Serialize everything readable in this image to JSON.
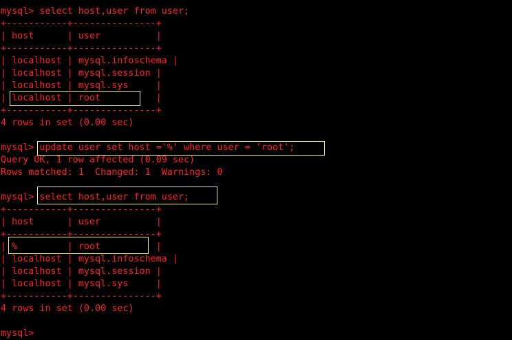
{
  "terminal": {
    "text_color": "#ff2020",
    "highlight_color": "#f0f070",
    "background": "#000000",
    "lines": [
      "mysql> select host,user from user;",
      "+-----------+---------------+",
      "| host      | user          |",
      "+-----------+---------------+",
      "| localhost | mysql.infoschema |",
      "| localhost | mysql.session |",
      "| localhost | mysql.sys     |",
      "| localhost | root          |",
      "+-----------+---------------+",
      "4 rows in set (0.00 sec)",
      "",
      "mysql> update user set host ='%' where user = 'root';",
      "Query OK, 1 row affected (0.09 sec)",
      "Rows matched: 1  Changed: 1  Warnings: 0",
      "",
      "mysql> select host,user from user;",
      "+-----------+---------------+",
      "| host      | user          |",
      "+-----------+---------------+",
      "| %         | root          |",
      "| localhost | mysql.infoschema |",
      "| localhost | mysql.session |",
      "| localhost | mysql.sys     |",
      "+-----------+---------------+",
      "4 rows in set (0.00 sec)",
      "",
      "mysql>"
    ]
  }
}
